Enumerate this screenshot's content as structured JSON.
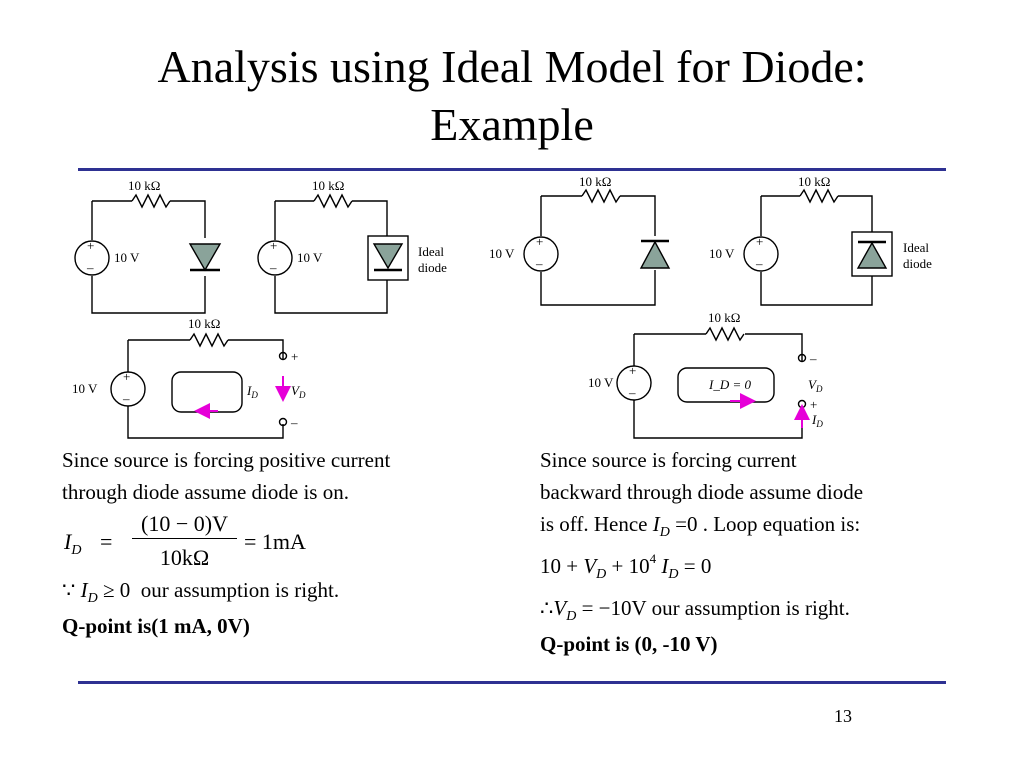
{
  "title": {
    "line1": "Analysis using Ideal Model for Diode:",
    "line2": "Example"
  },
  "circuits": {
    "resistor_label": "10 kΩ",
    "source_label": "10 V",
    "plus": "+",
    "minus": "–",
    "ideal_label_1": "Ideal",
    "ideal_label_2": "diode",
    "id_label": "I",
    "id_sub": "D",
    "vd_label": "V",
    "vd_sub": "D",
    "id_zero": "I_D = 0"
  },
  "left": {
    "para_line1": "Since source is forcing positive current",
    "para_line2": "through diode assume diode is on.",
    "eq_lhs": "I",
    "eq_lhs_sub": "D",
    "eq_equals": "=",
    "eq_numerator": "(10 − 0)V",
    "eq_denominator": "10kΩ",
    "eq_result": "= 1mA",
    "because_symbol": "∵",
    "because_var": "I",
    "because_sub": "D",
    "because_cond": "≥ 0",
    "conclusion": "our assumption is right.",
    "qpoint": "Q-point is(1 mA, 0V)"
  },
  "right": {
    "para_line1": "Since source is forcing current",
    "para_line2": "backward through diode assume diode",
    "para_line3_pre": "is off. Hence ",
    "para_line3_var": "I",
    "para_line3_sub": "D",
    "para_line3_post": " =0 . Loop equation is:",
    "loop_eq_a": "10 + ",
    "loop_eq_v": "V",
    "loop_eq_vsub": "D",
    "loop_eq_b": " + 10",
    "loop_eq_exp": "4",
    "loop_eq_i": " I",
    "loop_eq_isub": "D",
    "loop_eq_c": " = 0",
    "therefore_symbol": "∴",
    "therefore_var": "V",
    "therefore_sub": "D",
    "therefore_value": " = −10V",
    "conclusion": "our assumption is right.",
    "qpoint": "Q-point is (0, -10 V)"
  },
  "page_number": "13"
}
